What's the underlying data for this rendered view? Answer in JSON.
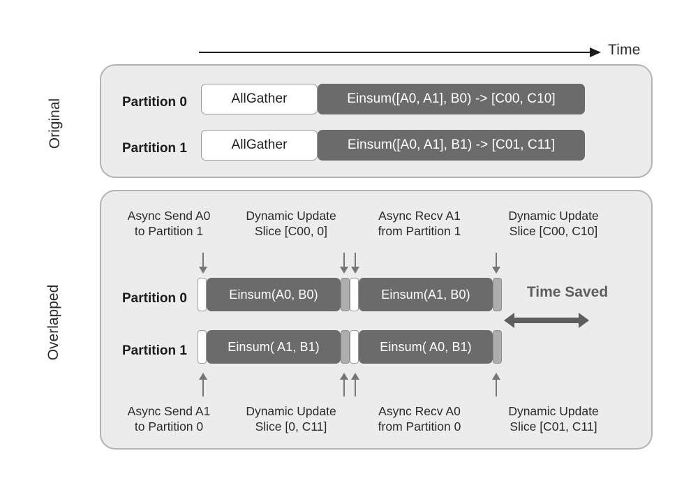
{
  "figure": {
    "time_axis_label": "Time",
    "sections": [
      {
        "caption": "Original"
      },
      {
        "caption": "Overlapped"
      }
    ]
  },
  "original": {
    "rows": [
      {
        "label": "Partition 0",
        "allgather": "AllGather",
        "einsum": "Einsum([A0, A1], B0) -> [C00, C10]"
      },
      {
        "label": "Partition 1",
        "allgather": "AllGather",
        "einsum": "Einsum([A0, A1], B1) -> [C01, C11]"
      }
    ]
  },
  "overlapped": {
    "rows": [
      {
        "label": "Partition 0",
        "einsum_first": "Einsum(A0, B0)",
        "einsum_second": "Einsum(A1, B0)"
      },
      {
        "label": "Partition 1",
        "einsum_first": "Einsum( A1, B1)",
        "einsum_second": "Einsum( A0, B1)"
      }
    ],
    "top_annotations": [
      {
        "line1": "Async Send A0",
        "line2": "to Partition 1"
      },
      {
        "line1": "Dynamic Update",
        "line2": "Slice [C00, 0]"
      },
      {
        "line1": "Async Recv A1",
        "line2": "from Partition 1"
      },
      {
        "line1": "Dynamic Update",
        "line2": "Slice [C00, C10]"
      }
    ],
    "bottom_annotations": [
      {
        "line1": "Async Send A1",
        "line2": "to Partition 0"
      },
      {
        "line1": "Dynamic Update",
        "line2": "Slice [0, C11]"
      },
      {
        "line1": "Async Recv A0",
        "line2": "from Partition 0"
      },
      {
        "line1": "Dynamic Update",
        "line2": "Slice [C01, C11]"
      }
    ],
    "time_saved_label": "Time Saved"
  },
  "colors": {
    "panel_background": "#ececec",
    "panel_border": "#b3b3b3",
    "compute_block": "#6b6b6b",
    "comm_block_white": "#ffffff",
    "comm_block_gray": "#adadad",
    "arrow_gray": "#767676",
    "time_saved": "#5e5e5e",
    "text_dark": "#1c1c1c",
    "page_background": "#ffffff"
  }
}
